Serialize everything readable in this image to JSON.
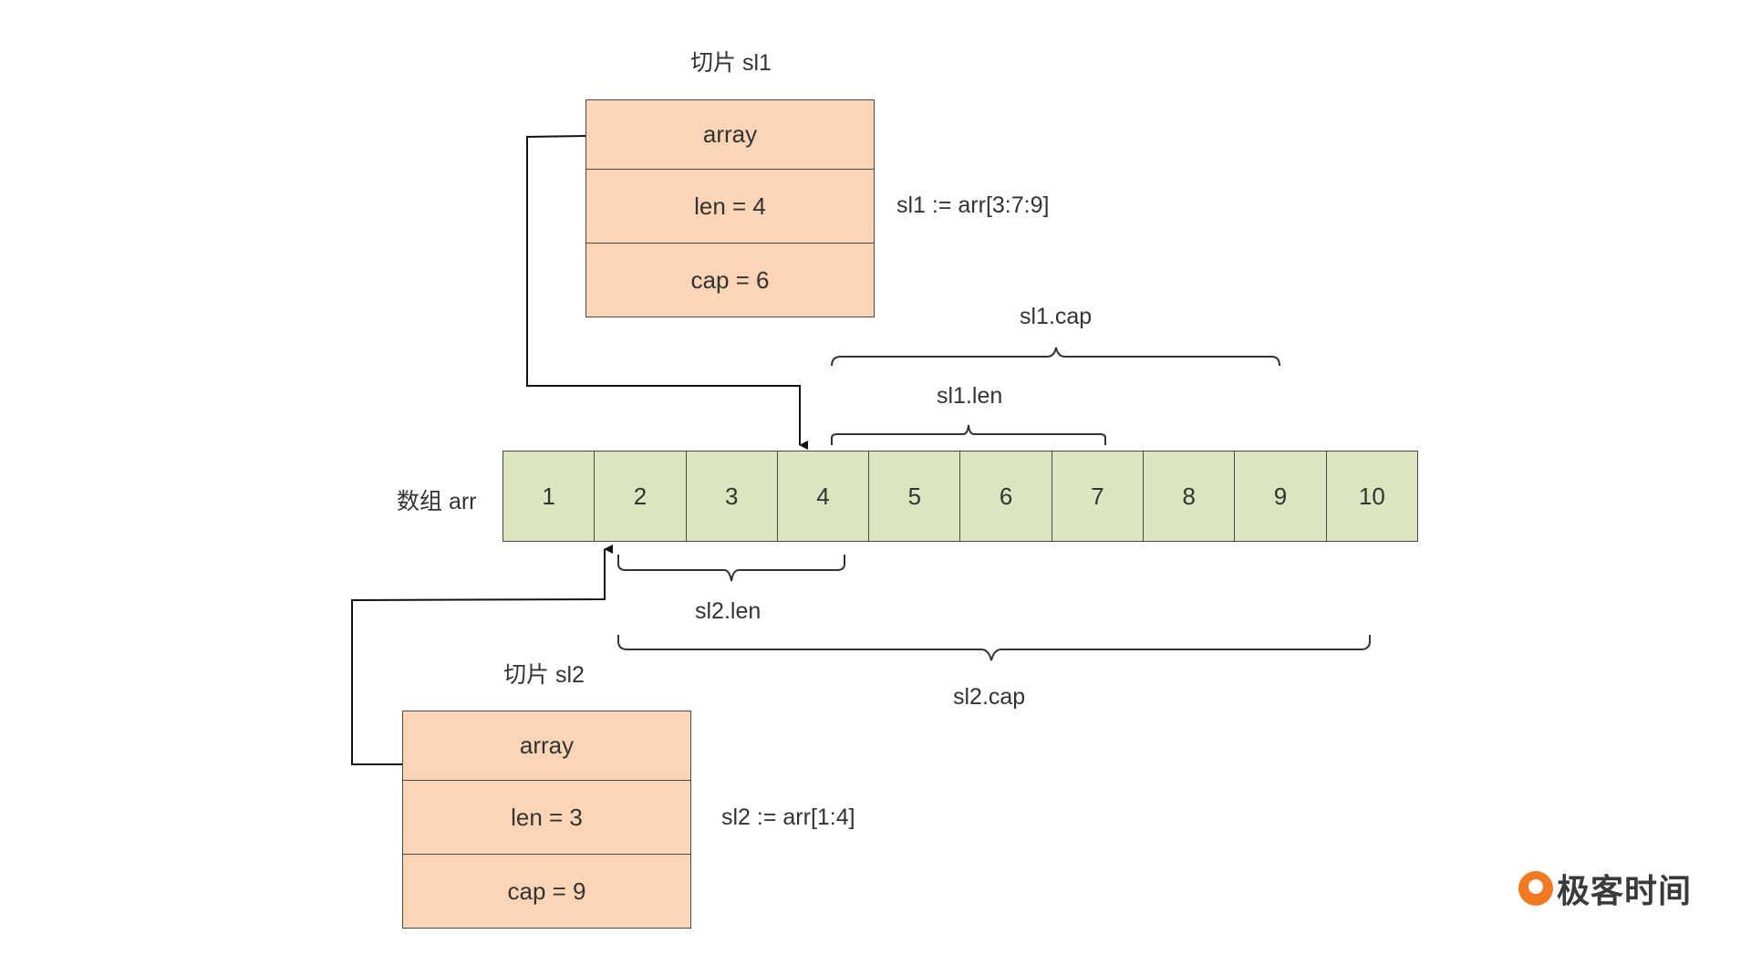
{
  "sl1": {
    "title": "切片 sl1",
    "rows": [
      "array",
      "len = 4",
      "cap = 6"
    ],
    "expr": "sl1 := arr[3:7:9]"
  },
  "sl2": {
    "title": "切片 sl2",
    "rows": [
      "array",
      "len = 3",
      "cap = 9"
    ],
    "expr": "sl2 := arr[1:4]"
  },
  "array": {
    "label": "数组 arr",
    "cells": [
      "1",
      "2",
      "3",
      "4",
      "5",
      "6",
      "7",
      "8",
      "9",
      "10"
    ]
  },
  "braces": {
    "sl1_cap": "sl1.cap",
    "sl1_len": "sl1.len",
    "sl2_len": "sl2.len",
    "sl2_cap": "sl2.cap"
  },
  "logo": {
    "text": "极客时间"
  },
  "colors": {
    "slice_fill": "#fbd5b5",
    "array_fill": "#d9e6c0",
    "logo_accent": "#f07a22"
  }
}
